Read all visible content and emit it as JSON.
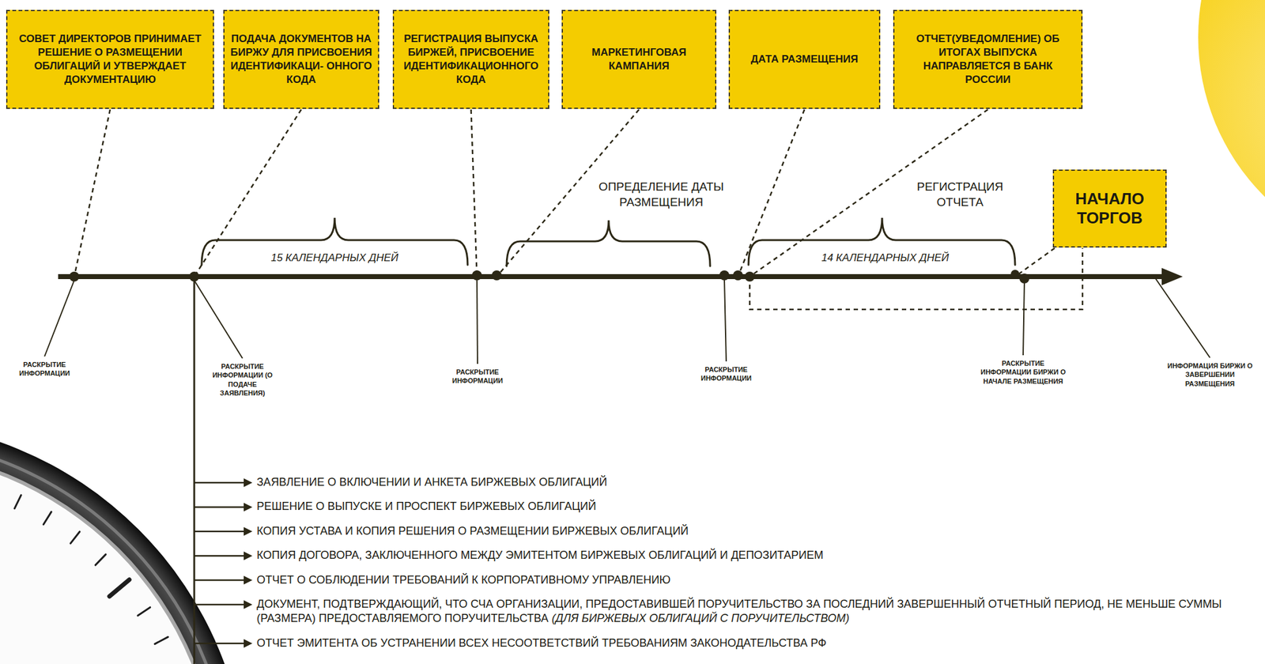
{
  "diagram": {
    "nodes": [
      {
        "text": [
          "СОВЕТ ДИРЕКТОРОВ ПРИНИМАЕТ РЕШЕНИЕ О РАЗМЕЩЕНИИ ОБЛИГАЦИЙ И УТВЕРЖДАЕТ ДОКУМЕНТАЦИЮ"
        ]
      },
      {
        "text": [
          "ПОДАЧА ДОКУМЕНТОВ НА БИРЖУ ДЛЯ ПРИСВОЕНИЯ ИДЕНТИФИКАЦИ- ОННОГО КОДА"
        ]
      },
      {
        "text": [
          "РЕГИСТРАЦИЯ ВЫПУСКА БИРЖЕЙ, ПРИСВОЕНИЕ ИДЕНТИФИКАЦИОННОГО КОДА"
        ]
      },
      {
        "text": [
          "МАРКЕТИНГОВАЯ КАМПАНИЯ"
        ]
      },
      {
        "text": [
          "ДАТА РАЗМЕЩЕНИЯ"
        ]
      },
      {
        "text": [
          "ОТЧЕТ(УВЕДОМЛЕНИЕ) ОБ ИТОГАХ ВЫПУСКА НАПРАВЛЯЕТСЯ В БАНК РОССИИ"
        ]
      },
      {
        "text": [
          "НАЧАЛО ТОРГОВ"
        ]
      }
    ],
    "labels": [
      "15 КАЛЕНДАРНЫХ ДНЕЙ",
      "ОПРЕДЕЛЕНИЕ ДАТЫ РАЗМЕЩЕНИЯ",
      "РЕГИСТРАЦИЯ ОТЧЕТА",
      "14 КАЛЕНДАРНЫХ ДНЕЙ",
      "РАСКРЫТИЕ ИНФОРМАЦИИ",
      "РАСКРЫТИЕ ИНФОРМАЦИИ (О ПОДАЧЕ ЗАЯВЛЕНИЯ)",
      "РАСКРЫТИЕ ИНФОРМАЦИИ",
      "РАСКРЫТИЕ ИНФОРМАЦИИ",
      "РАСКРЫТИЕ ИНФОРМАЦИИ БИРЖИ О НАЧАЛЕ РАЗМЕЩЕНИЯ",
      "ИНФОРМАЦИЯ БИРЖИ О ЗАВЕРШЕНИИ РАЗМЕЩЕНИЯ",
      "ЗАЯВЛЕНИЕ О ВКЛЮЧЕНИИ И АНКЕТА БИРЖЕВЫХ ОБЛИГАЦИЙ",
      "РЕШЕНИЕ О ВЫПУСКЕ И ПРОСПЕКТ БИРЖЕВЫХ ОБЛИГАЦИЙ",
      "КОПИЯ УСТАВА И КОПИЯ РЕШЕНИЯ О РАЗМЕЩЕНИИ БИРЖЕВЫХ ОБЛИГАЦИЙ",
      "КОПИЯ ДОГОВОРА, ЗАКЛЮЧЕННОГО МЕЖДУ ЭМИТЕНТОМ БИРЖЕВЫХ ОБЛИГАЦИЙ И ДЕПОЗИТАРИЕМ",
      "ОТЧЕТ О СОБЛЮДЕНИИ ТРЕБОВАНИЙ К КОРПОРАТИВНОМУ УПРАВЛЕНИЮ",
      "ДОКУМЕНТ, ПОДТВЕРЖДАЮЩИЙ, ЧТО СЧА ОРГАНИЗАЦИИ, ПРЕДОСТАВИВШЕЙ ПОРУЧИТЕЛЬСТВО ЗА ПОСЛЕДНИЙ ЗАВЕРШЕННЫЙ ОТЧЕТНЫЙ ПЕРИОД, НЕ МЕНЬШЕ СУММЫ (РАЗМЕРА) ПРЕДОСТАВЛЯЕМОГО ПОРУЧИТЕЛЬСТВА",
      "(ДЛЯ БИРЖЕВЫХ ОБЛИГАЦИЙ С ПОРУЧИТЕЛЬСТВОМ)",
      "ОТЧЕТ ЭМИТЕНТА ОБ УСТРАНЕНИИ ВСЕХ НЕСООТВЕТСТВИЙ ТРЕБОВАНИЯМ ЗАКОНОДАТЕЛЬСТВА РФ"
    ]
  }
}
